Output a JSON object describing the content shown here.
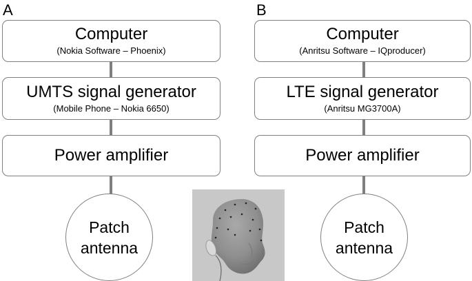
{
  "panels": [
    {
      "letter": "A",
      "computer": {
        "title": "Computer",
        "subtitle": "(Nokia Software – Phoenix)"
      },
      "generator": {
        "title": "UMTS signal generator",
        "subtitle": "(Mobile Phone – Nokia 6650)"
      },
      "amplifier": {
        "title": "Power amplifier"
      },
      "antenna": {
        "line1": "Patch",
        "line2": "antenna"
      }
    },
    {
      "letter": "B",
      "computer": {
        "title": "Computer",
        "subtitle": "(Anritsu Software – IQproducer)"
      },
      "generator": {
        "title": "LTE signal generator",
        "subtitle": "(Anritsu MG3700A)"
      },
      "amplifier": {
        "title": "Power amplifier"
      },
      "antenna": {
        "line1": "Patch",
        "line2": "antenna"
      }
    }
  ],
  "head_image": {
    "icon": "head-model-icon"
  },
  "colors": {
    "border": "#7f7f7f",
    "connector": "#7f7f7f",
    "image_background": "#c8c8c8"
  }
}
